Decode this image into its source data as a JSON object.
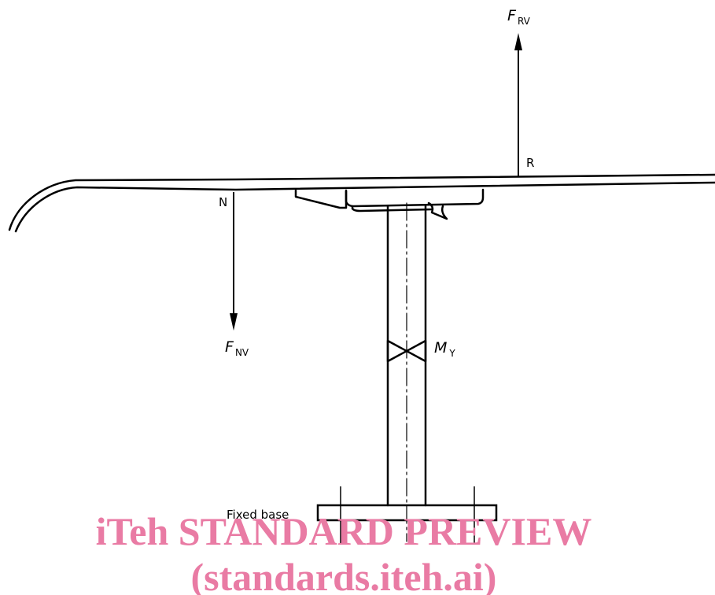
{
  "labels": {
    "force_rear_main": "F",
    "force_rear_sub": "RV",
    "point_rear": "R",
    "point_front": "N",
    "force_front_main": "F",
    "force_front_sub": "NV",
    "moment_main": "M",
    "moment_sub": "Y",
    "base": "Fixed base"
  },
  "watermark": {
    "line1": "iTeh STANDARD PREVIEW",
    "line2": "(standards.iteh.ai)",
    "color": "#e97ba4"
  },
  "colors": {
    "ink": "#000000",
    "background": "#ffffff"
  }
}
